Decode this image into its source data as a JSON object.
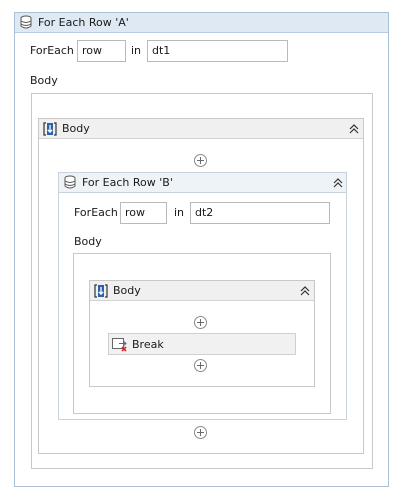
{
  "outer_foreach": {
    "title": "For Each Row 'A'",
    "foreach_label": "ForEach",
    "item_value": "row",
    "in_label": "in",
    "collection_value": "dt1",
    "body_label": "Body",
    "sequence_title": "Body"
  },
  "inner_foreach": {
    "title": "For Each Row 'B'",
    "foreach_label": "ForEach",
    "item_value": "row",
    "in_label": "in",
    "collection_value": "dt2",
    "body_label": "Body",
    "sequence_title": "Body"
  },
  "break_activity": {
    "label": "Break"
  },
  "icons": {
    "foreach": "database-stack-icon",
    "sequence": "sequence-arrow-icon",
    "collapse": "double-chevron-up-icon",
    "add": "add-activity-plus-icon",
    "break": "break-exit-icon"
  },
  "colors": {
    "header_blue": "#dfe9f4",
    "border_blue": "#a9c0d6",
    "sequence_icon": "#2b62a8",
    "break_icon_red": "#d9262e"
  }
}
